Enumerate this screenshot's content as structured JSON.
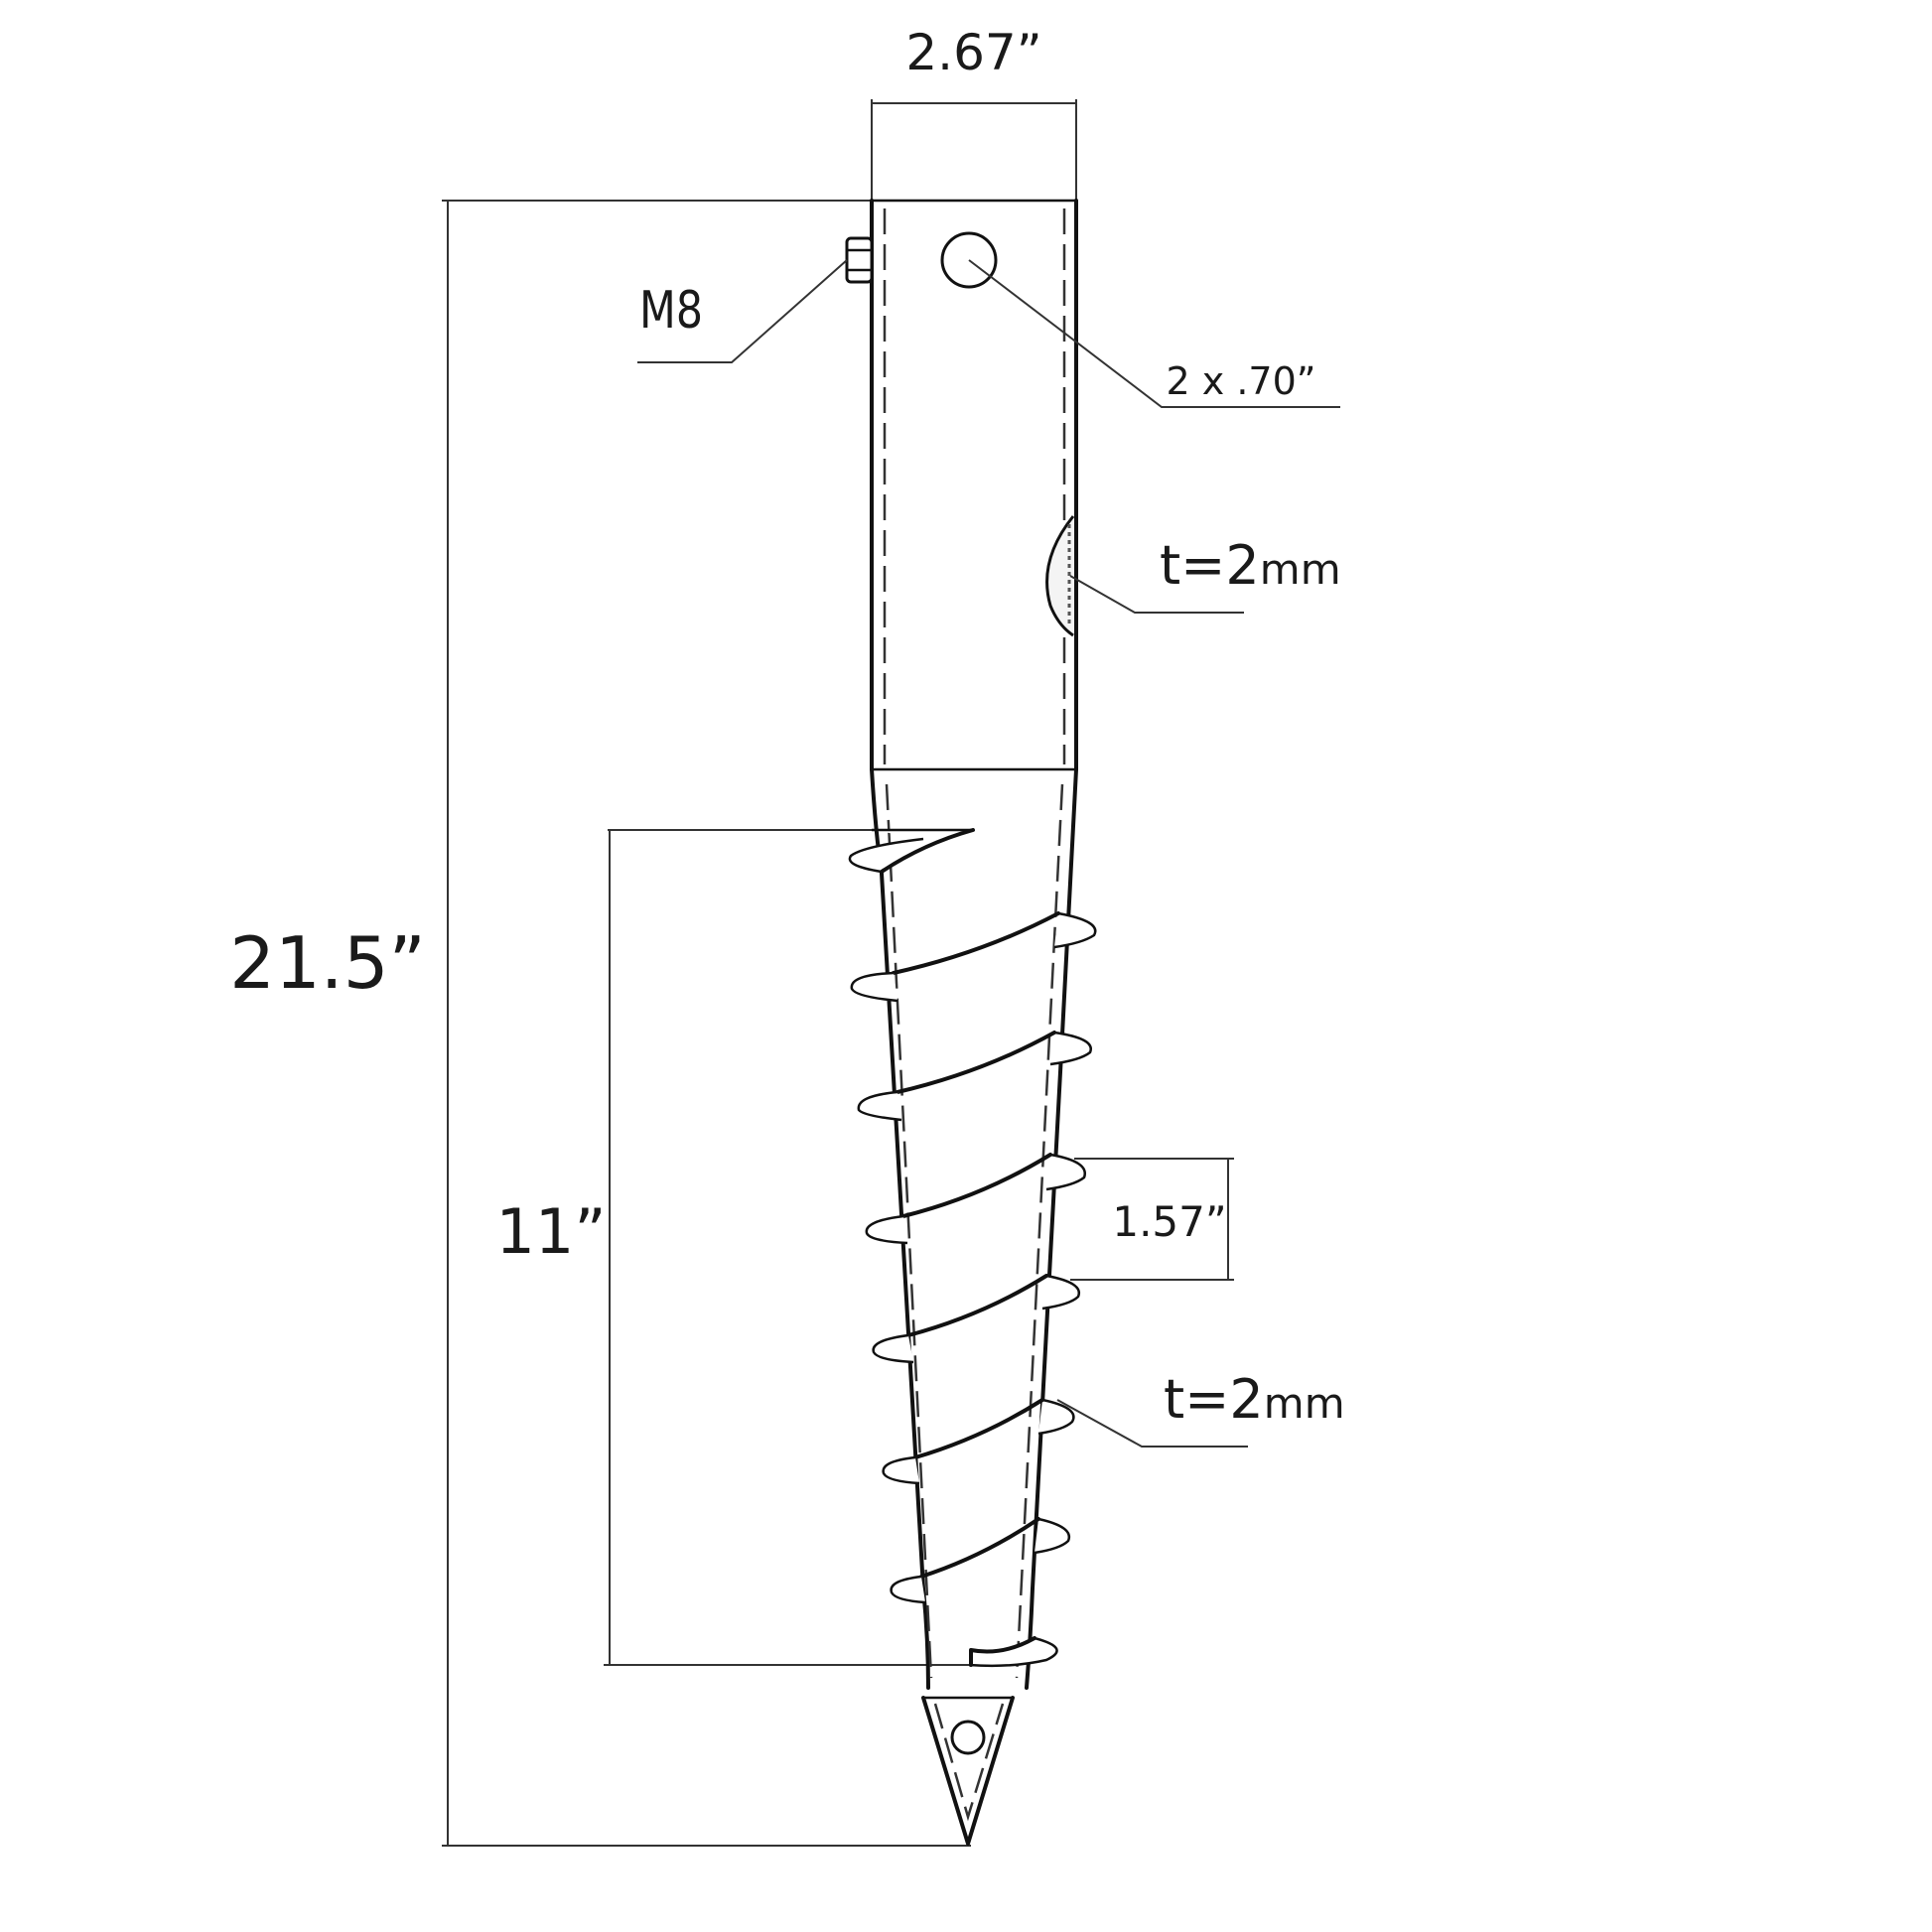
{
  "drawing": {
    "subject": "Ground screw anchor",
    "line_color": "#111111",
    "background": "#ffffff"
  },
  "dimensions": {
    "width_top": "2.67”",
    "total_length": "21.5”",
    "thread_length": "11”",
    "thread_pitch": "1.57”"
  },
  "callouts": {
    "bolt": "M8",
    "holes": "2 x .70”",
    "wall_thickness": {
      "value": "t=2",
      "unit": "mm"
    },
    "flight_thickness": {
      "value": "t=2",
      "unit": "mm"
    }
  }
}
